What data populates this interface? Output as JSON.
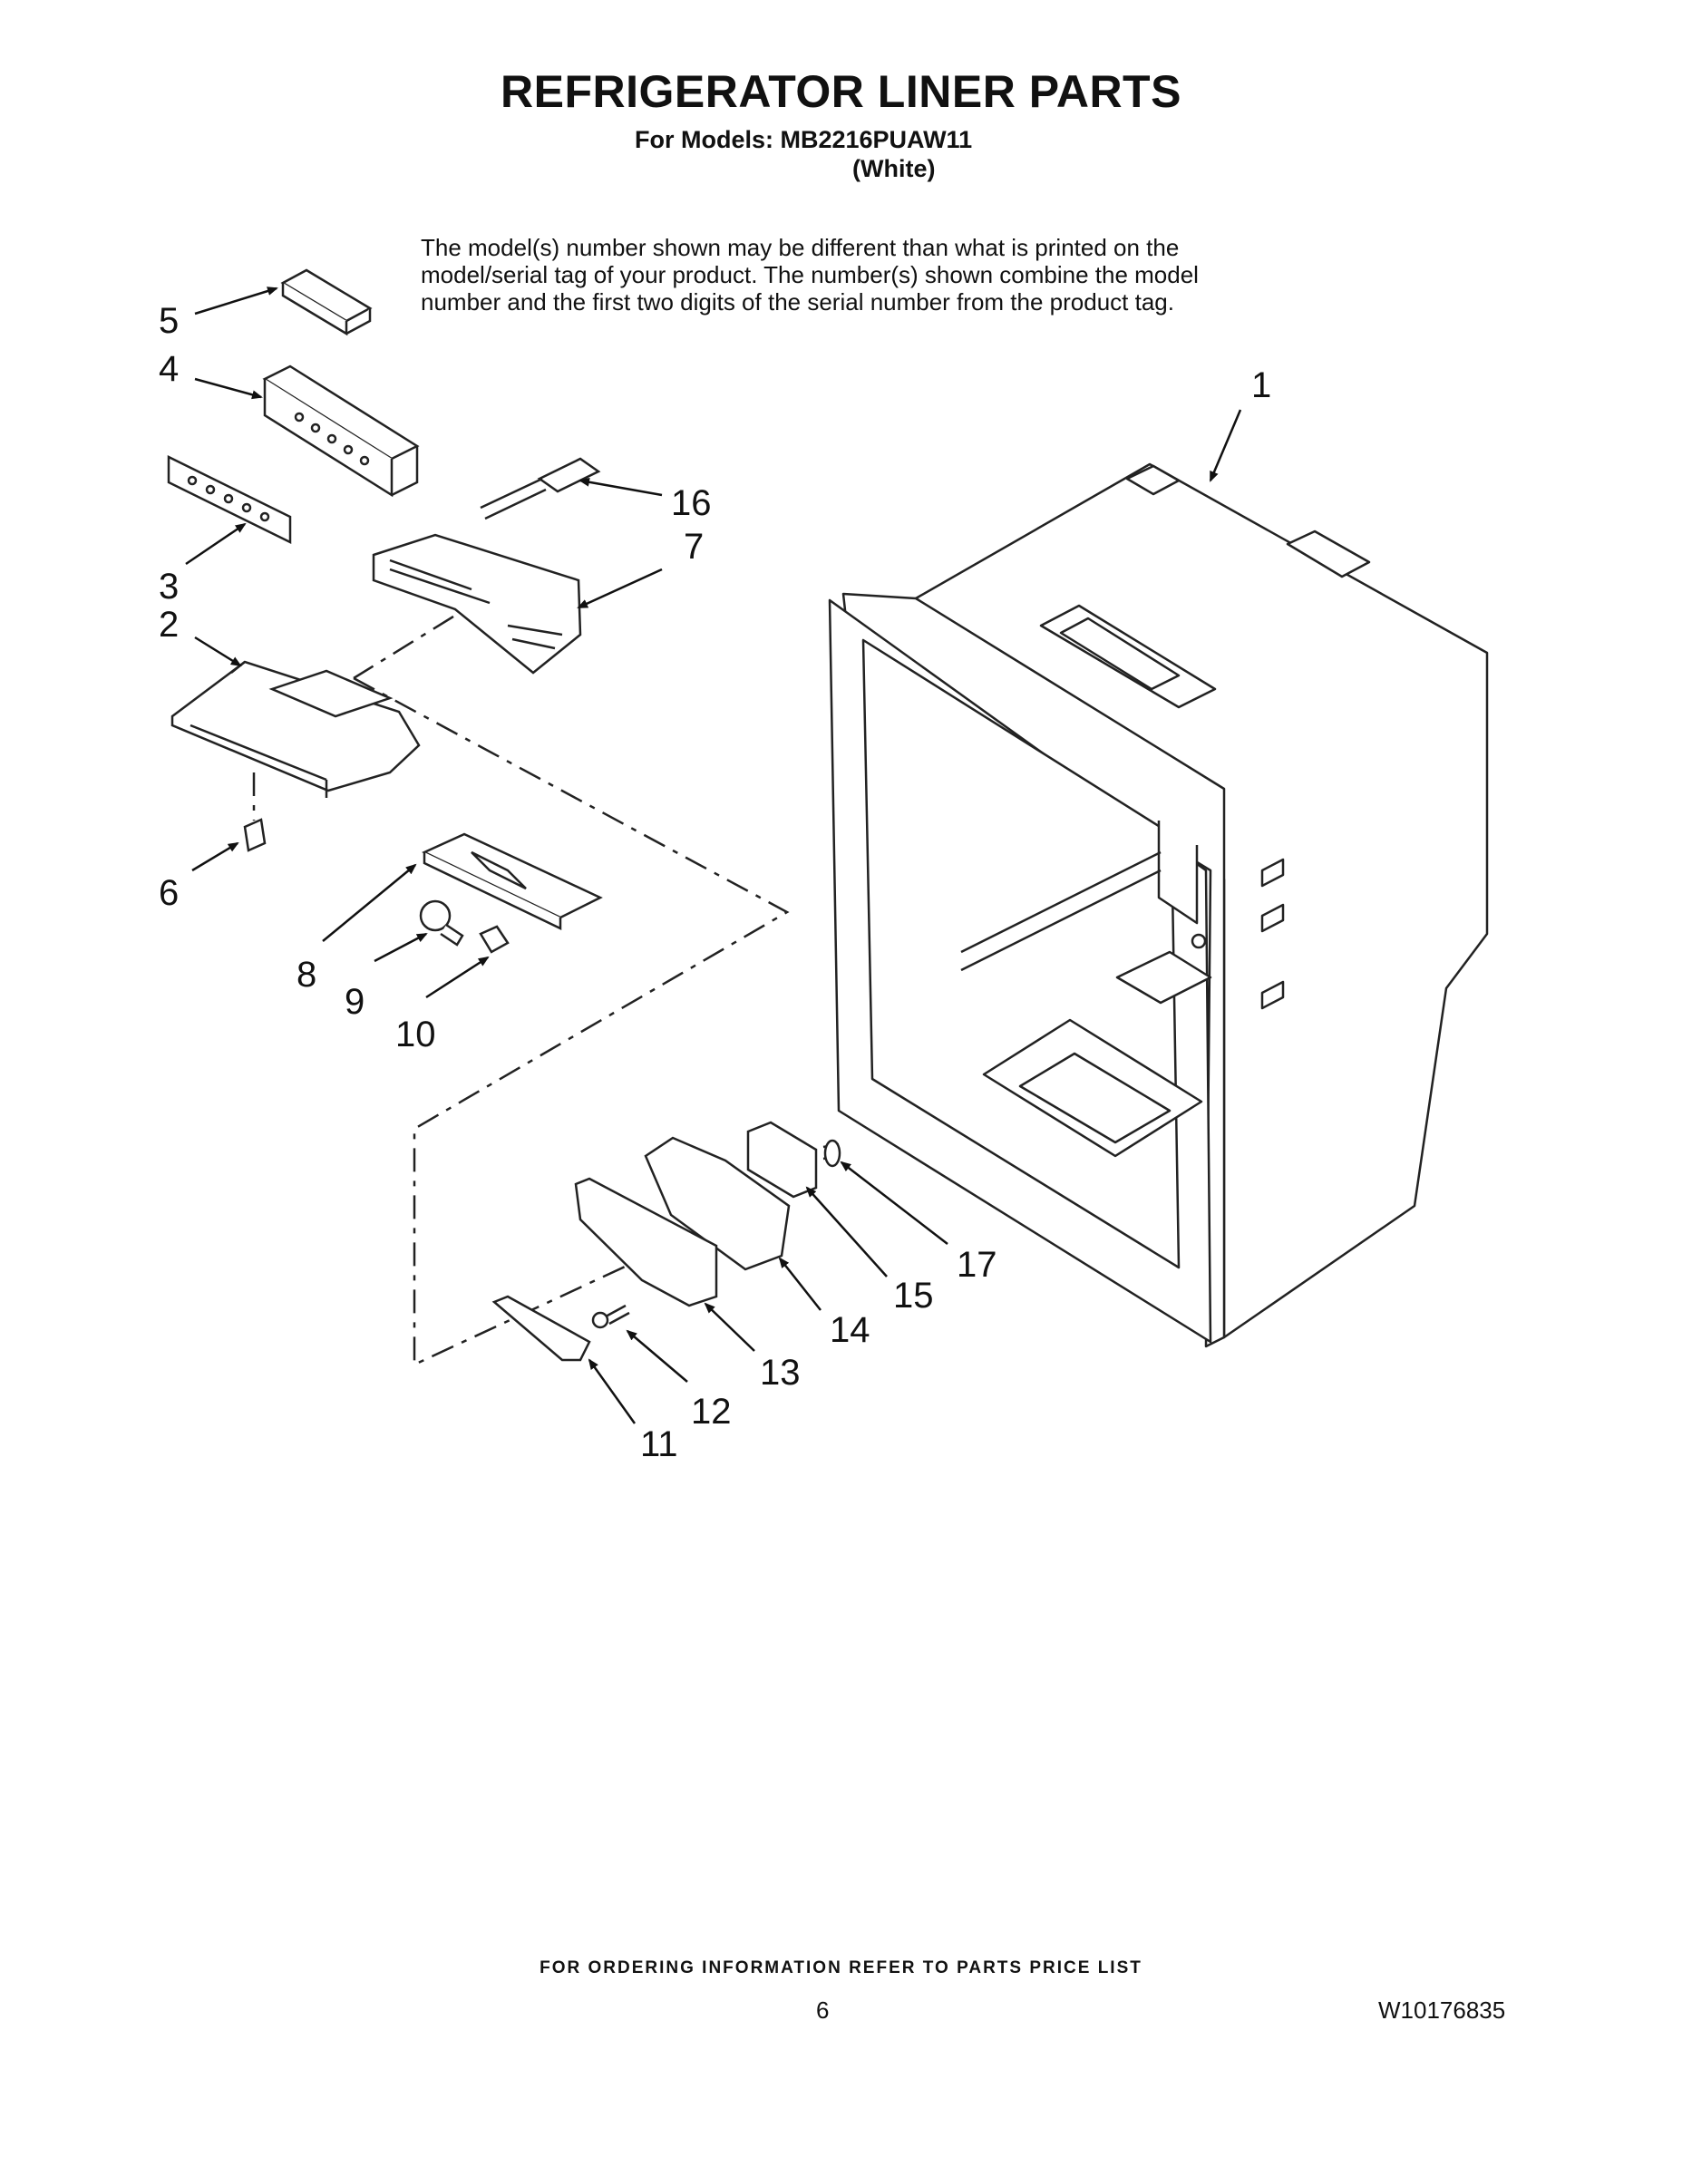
{
  "header": {
    "title": "REFRIGERATOR LINER PARTS",
    "models_line": "For Models: MB2216PUAW11",
    "color": "(White)"
  },
  "note": {
    "line1": "The model(s) number shown may be different than what is printed on the",
    "line2": "model/serial tag of your product. The number(s) shown combine the model",
    "line3": "number and the first two digits of the serial number from the product tag."
  },
  "callouts": {
    "c1": "1",
    "c2": "2",
    "c3": "3",
    "c4": "4",
    "c5": "5",
    "c6": "6",
    "c7": "7",
    "c8": "8",
    "c9": "9",
    "c10": "10",
    "c11": "11",
    "c12": "12",
    "c13": "13",
    "c14": "14",
    "c15": "15",
    "c16": "16",
    "c17": "17"
  },
  "footer": {
    "ordering_note": "FOR ORDERING INFORMATION REFER TO PARTS PRICE LIST",
    "page_number": "6",
    "document_number": "W10176835"
  }
}
